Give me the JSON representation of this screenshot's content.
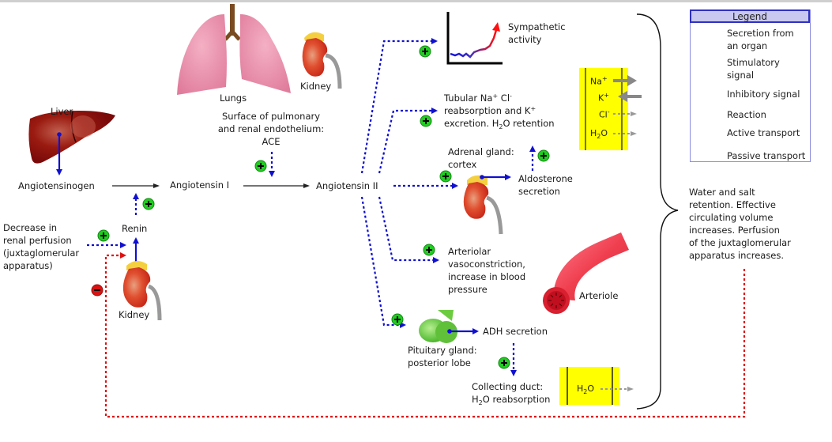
{
  "legend": {
    "title": "Legend",
    "items": [
      {
        "icon": "secretion-arrow-icon",
        "label_1": "Secretion from",
        "label_2": "an organ",
        "color": "#1010d0"
      },
      {
        "icon": "stimulatory-arrow-icon",
        "label_1": "Stimulatory",
        "label_2": "signal",
        "color": "#1010d0"
      },
      {
        "icon": "inhibitory-arrow-icon",
        "label": "Inhibitory signal",
        "color": "#e01010"
      },
      {
        "icon": "reaction-arrow-icon",
        "label": "Reaction",
        "color": "#000000"
      },
      {
        "icon": "active-transport-arrow-icon",
        "label": "Active transport",
        "color": "#888888"
      },
      {
        "icon": "passive-transport-arrow-icon",
        "label": "Passive transport",
        "color": "#999999"
      }
    ]
  },
  "organs": {
    "liver": "Liver",
    "lungs": "Lungs",
    "kidney_top": "Kidney",
    "kidney_left": "Kidney",
    "arteriole": "Arteriole"
  },
  "pathway": {
    "angiotensinogen": "Angiotensinogen",
    "angiotensin_1": "Angiotensin I",
    "angiotensin_2": "Angiotensin II",
    "renin": "Renin",
    "ace_1": "Surface of pulmonary",
    "ace_2": "and renal endothelium:",
    "ace_3": "ACE",
    "decrease_1": "Decrease in",
    "decrease_2": "renal perfusion",
    "decrease_3": "(juxtaglomerular",
    "decrease_4": "apparatus)"
  },
  "effects": {
    "sympathetic_1": "Sympathetic",
    "sympathetic_2": "activity",
    "tubular_1a": "Tubular Na",
    "tubular_1b": "+",
    "tubular_1c": " Cl",
    "tubular_1d": "-",
    "tubular_2a": "reabsorption and K",
    "tubular_2b": "+",
    "tubular_3a": "excretion. H",
    "tubular_3b": "2",
    "tubular_3c": "O retention",
    "adrenal_1": "Adrenal gland:",
    "adrenal_2": "cortex",
    "aldosterone_1": "Aldosterone",
    "aldosterone_2": "secretion",
    "arteriolar_1": "Arteriolar",
    "arteriolar_2": "vasoconstriction,",
    "arteriolar_3": "increase in blood",
    "arteriolar_4": "pressure",
    "pituitary_1": "Pituitary gland:",
    "pituitary_2": "posterior lobe",
    "adh": "ADH secretion",
    "collecting_1": "Collecting duct:",
    "collecting_2a": "H",
    "collecting_2b": "2",
    "collecting_2c": "O reabsorption"
  },
  "ions": {
    "na": "Na",
    "na_sup": "+",
    "k": "K",
    "k_sup": "+",
    "cl": "Cl",
    "cl_sup": "-",
    "h2o_a": "H",
    "h2o_b": "2",
    "h2o_c": "O",
    "duct_h2o_a": "H",
    "duct_h2o_b": "2",
    "duct_h2o_c": "O"
  },
  "outcome": {
    "line_1": "Water and salt",
    "line_2": "retention. Effective",
    "line_3": "circulating volume",
    "line_4": "increases. Perfusion",
    "line_5": "of the juxtaglomerular",
    "line_6": "apparatus increases."
  },
  "colors": {
    "stimulatory": "#1010d0",
    "inhibitory": "#e01010",
    "plus_badge": "#22cc22",
    "minus_badge": "#dd1111",
    "membrane": "#ffff00"
  }
}
